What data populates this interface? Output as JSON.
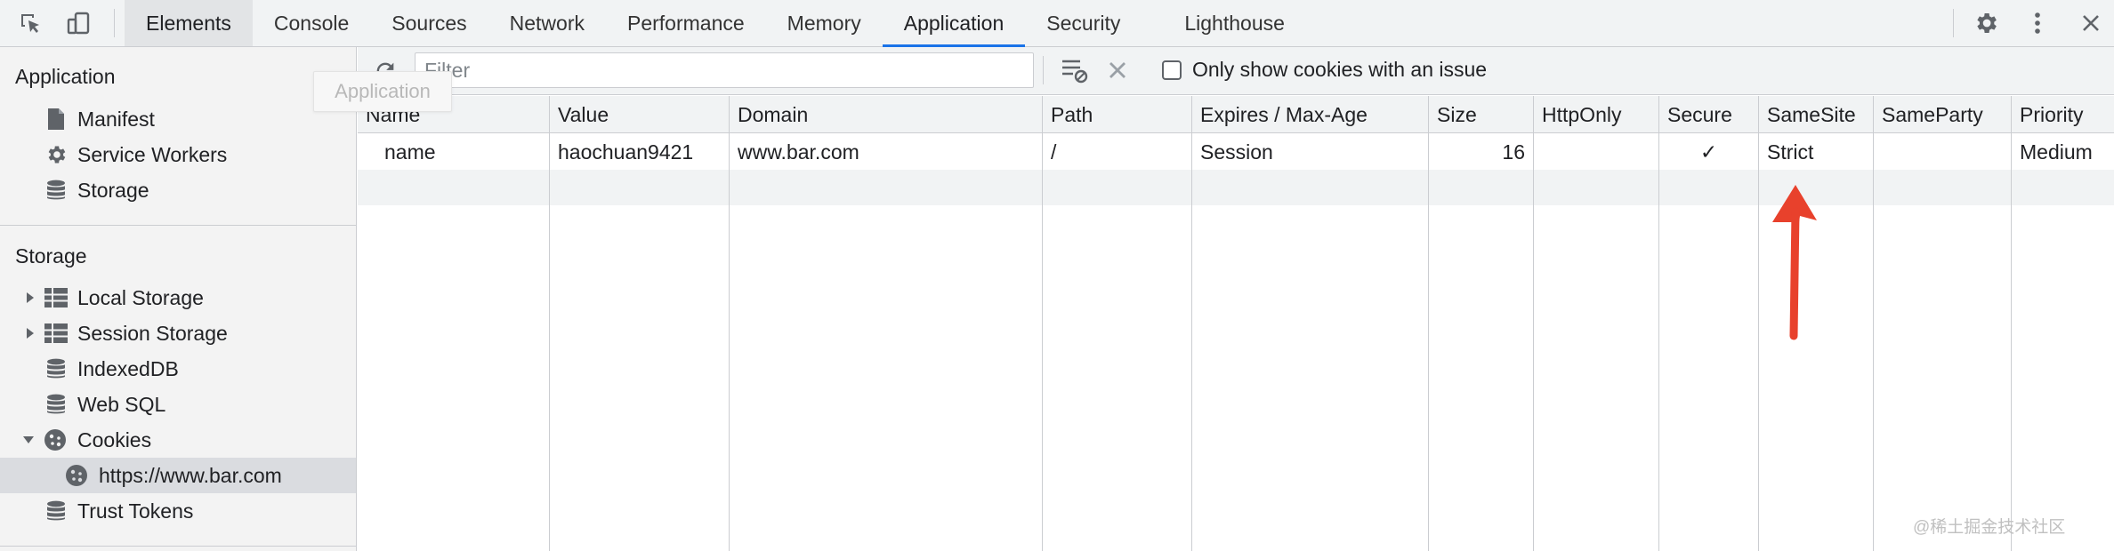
{
  "topbar": {
    "tabs": [
      {
        "label": "Elements"
      },
      {
        "label": "Console"
      },
      {
        "label": "Sources"
      },
      {
        "label": "Network"
      },
      {
        "label": "Performance"
      },
      {
        "label": "Memory"
      },
      {
        "label": "Application"
      },
      {
        "label": "Security"
      },
      {
        "label": "Lighthouse"
      }
    ],
    "selected_tab": "Application"
  },
  "sidebar": {
    "tooltip": "Application",
    "application": {
      "title": "Application",
      "items": [
        {
          "label": "Manifest",
          "icon": "document-icon"
        },
        {
          "label": "Service Workers",
          "icon": "gear-icon"
        },
        {
          "label": "Storage",
          "icon": "database-icon"
        }
      ]
    },
    "storage": {
      "title": "Storage",
      "items": [
        {
          "label": "Local Storage",
          "icon": "grid-icon",
          "expandable": true
        },
        {
          "label": "Session Storage",
          "icon": "grid-icon",
          "expandable": true
        },
        {
          "label": "IndexedDB",
          "icon": "database-icon"
        },
        {
          "label": "Web SQL",
          "icon": "database-icon"
        },
        {
          "label": "Cookies",
          "icon": "cookie-icon",
          "expanded": true
        },
        {
          "label": "https://www.bar.com",
          "icon": "cookie-icon",
          "selected": true
        },
        {
          "label": "Trust Tokens",
          "icon": "database-icon"
        }
      ]
    }
  },
  "toolbar": {
    "filter_placeholder": "Filter",
    "issue_checkbox_label": "Only show cookies with an issue"
  },
  "table": {
    "columns": [
      "Name",
      "Value",
      "Domain",
      "Path",
      "Expires / Max-Age",
      "Size",
      "HttpOnly",
      "Secure",
      "SameSite",
      "SameParty",
      "Priority"
    ],
    "rows": [
      {
        "name": "name",
        "value": "haochuan9421",
        "domain": "www.bar.com",
        "path": "/",
        "expires": "Session",
        "size": "16",
        "httponly": "",
        "secure": "✓",
        "samesite": "Strict",
        "sameparty": "",
        "priority": "Medium"
      }
    ]
  },
  "annotation": {
    "arrow_color": "#e8412c"
  },
  "watermark": "@稀土掘金技术社区"
}
